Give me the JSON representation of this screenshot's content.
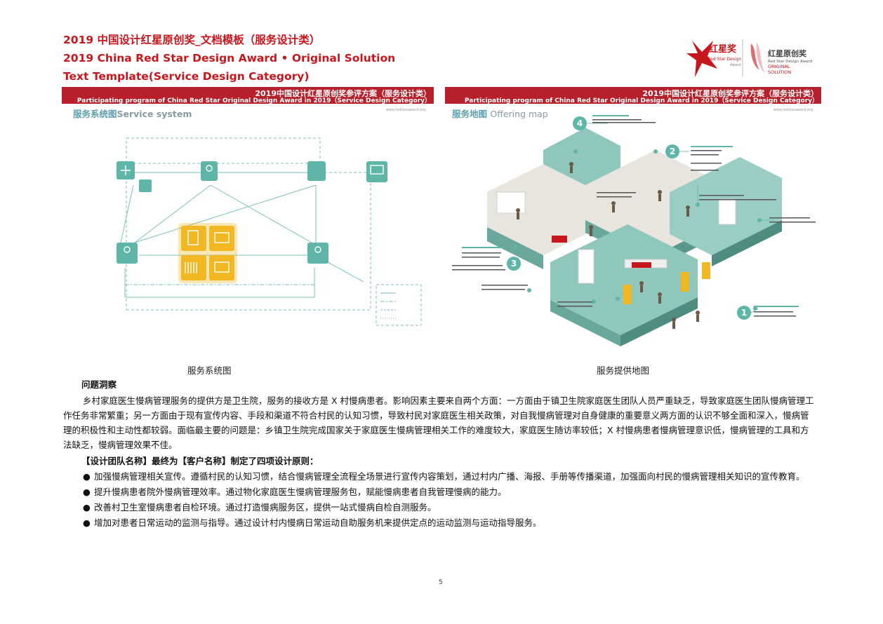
{
  "header": {
    "line1": "2019 中国设计红星原创奖_文档模板（服务设计类）",
    "line2": "2019 China Red Star Design Award • Original Solution",
    "line3": "Text Template(Service Design Category)"
  },
  "logos": {
    "redstar_cn": "红星奖",
    "redstar_en": "Red Star Design",
    "redstar_award": "Award",
    "original_cn": "红星原创奖",
    "original_en": "Red Star Design Award",
    "original_line1": "ORIGINAL",
    "original_line2": "SOLUTION"
  },
  "panels": {
    "banner_cn": "2019中国设计红星原创奖参评方案（服务设计类）",
    "banner_en": "Participating program of China Red Star Original  Design Award in 2019（Service Design Category）",
    "url": "www.redstaraward.org",
    "left_title_cn": "服务系统图",
    "left_title_en": "Service system",
    "right_title_cn": "服务地图",
    "right_title_en": "Offering map"
  },
  "captions": {
    "left": "服务系统图",
    "right": "服务提供地图"
  },
  "content": {
    "section_heading": "问题洞察",
    "para1": "乡村家庭医生慢病管理服务的提供方是卫生院，服务的接收方是 X 村慢病患者。影响因素主要来自两个方面：一方面由于镇卫生院家庭医生团队人员严重缺乏，导致家庭医生团队慢病管理工",
    "para2": "作任务非常繁重；另一方面由于现有宣传内容、手段和渠道不符合村民的认知习惯，导致村民对家庭医生相关政策，对自我慢病管理对自身健康的重要意义两方面的认识不够全面和深入，慢病管",
    "para3": "理的积极性和主动性都较弱。面临最主要的问题是：乡镇卫生院完成国家关于家庭医生慢病管理相关工作的难度较大，家庭医生随访率较低；X 村慢病患者慢病管理意识低，慢病管理的工具和方",
    "para4": "法缺乏，慢病管理效果不佳。",
    "principles_heading": "【设计团队名称】最终为【客户名称】制定了四项设计原则：",
    "bullets": [
      "加强慢病管理相关宣传。遵循村民的认知习惯，结合慢病管理全流程全场景进行宣传内容策划，通过村内广播、海报、手册等传播渠道，加强面向村民的慢病管理相关知识的宣传教育。",
      "提升慢病患者院外慢病管理效率。通过物化家庭医生慢病管理服务包，赋能慢病患者自我管理慢病的能力。",
      "改善村卫生室慢病患者自检环境。通过打造慢病服务区，提供一站式慢病自检自测服务。",
      "增加对患者日常运动的监测与指导。通过设计村内慢病日常运动自助服务机来提供定点的运动监测与运动指导服务。"
    ]
  },
  "page_number": "5",
  "colors": {
    "brand_red": "#c8161d",
    "teal": "#5fb5a8",
    "yellow": "#f2b824"
  }
}
